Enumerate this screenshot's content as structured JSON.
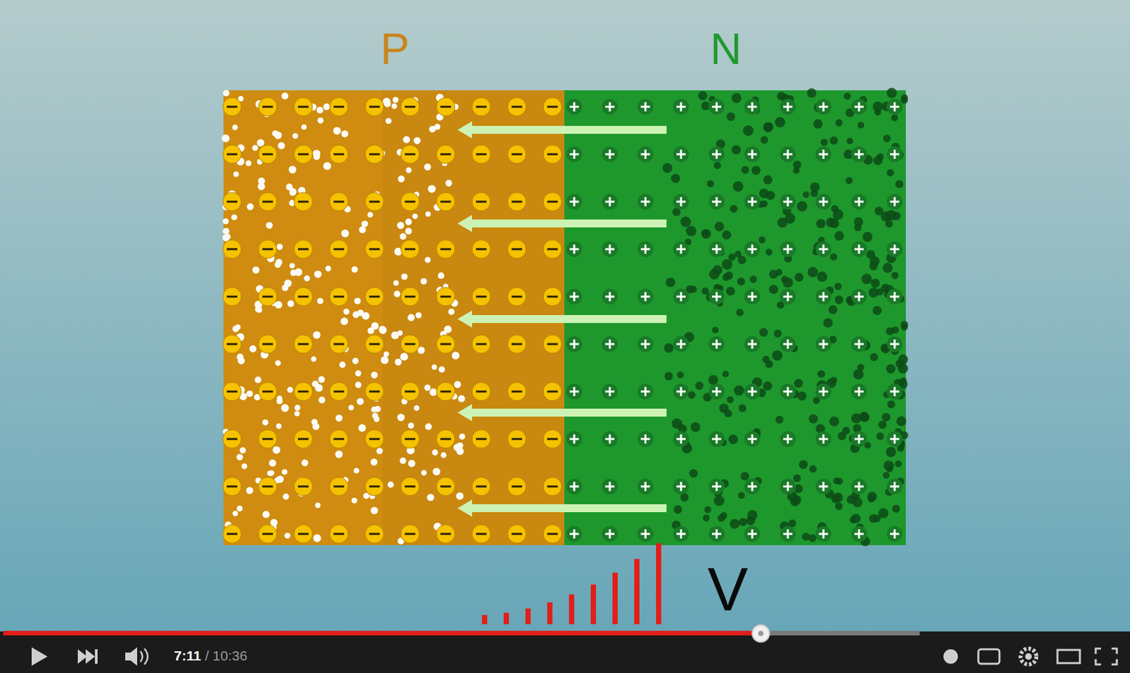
{
  "diagram": {
    "nodes": [
      {
        "text": [
          "P"
        ]
      },
      {
        "text": [
          "N"
        ]
      }
    ],
    "labels": [
      "V",
      "7:11",
      "/ 10:36"
    ]
  }
}
